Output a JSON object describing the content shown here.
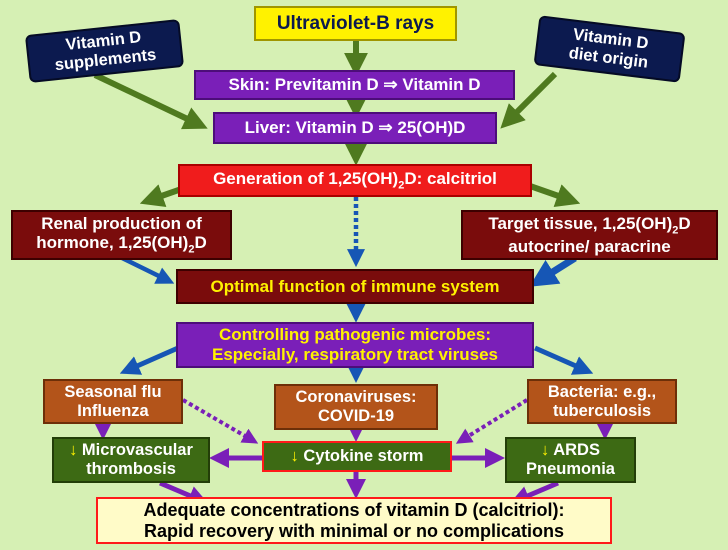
{
  "nodes": {
    "uvb": "Ultraviolet-B rays",
    "supplements": [
      "Vitamin D",
      "supplements"
    ],
    "diet": [
      "Vitamin D",
      "diet origin"
    ],
    "skin": "Skin: Previtamin D ⇒ Vitamin D",
    "liver": "Liver: Vitamin D ⇒ 25(OH)D",
    "calcitriol": {
      "pre": "Generation of 1,25(OH)",
      "sub": "2",
      "post": "D: calcitriol"
    },
    "renal": {
      "line1": "Renal production of",
      "pre": "hormone, 1,25(OH)",
      "sub": "2",
      "post": "D"
    },
    "target": {
      "pre": "Target tissue, 1,25(OH)",
      "sub": "2",
      "post": "D",
      "line2": "autocrine/ paracrine"
    },
    "immune": "Optimal function of immune system",
    "pathogens": [
      "Controlling pathogenic microbes:",
      "Especially, respiratory tract viruses"
    ],
    "flu": [
      "Seasonal flu",
      "Influenza"
    ],
    "corona": [
      "Coronaviruses:",
      "COVID-19"
    ],
    "bacteria": [
      "Bacteria: e.g.,",
      "tuberculosis"
    ],
    "thrombosis": {
      "arrow": "↓",
      "line1": " Microvascular",
      "line2": "thrombosis"
    },
    "cytokine": {
      "arrow": "↓",
      "text": " Cytokine storm"
    },
    "ards": {
      "arrow": "↓",
      "line1": " ARDS",
      "line2": "Pneumonia"
    },
    "outcome": [
      "Adequate concentrations of vitamin D (calcitriol):",
      "Rapid recovery with minimal or no complications"
    ]
  },
  "colors": {
    "background": "#d6f0b4",
    "green_arrow": "#4f7a1f",
    "blue_arrow": "#1656b5",
    "purple_arrow": "#7a1fb8",
    "yellow_box": "#fff200",
    "purple_box": "#7a1fb8",
    "red_box": "#f01c1c",
    "maroon_box": "#7a0c0c",
    "navy_box": "#0c1a4f",
    "brown_box": "#b3541a",
    "green_box": "#3d6a14",
    "cream_box": "#fffbc8"
  }
}
